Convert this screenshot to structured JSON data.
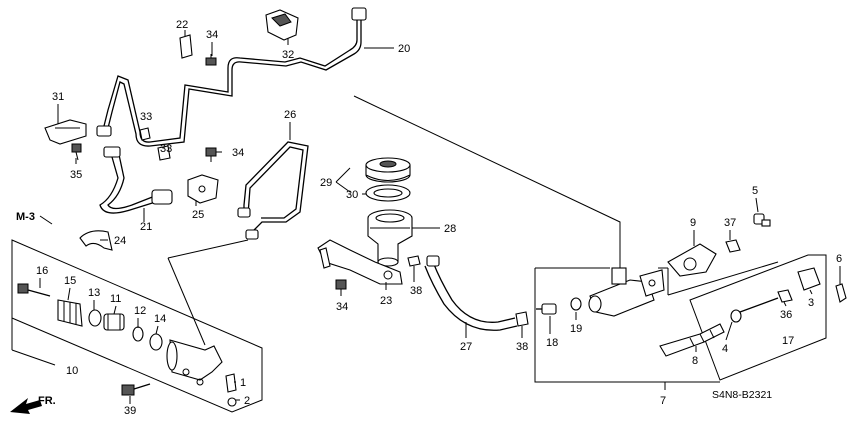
{
  "diagram_code": "S4N8-B2321",
  "section_ref": "M-3",
  "front_label": "FR.",
  "callouts": {
    "c1": "1",
    "c2": "2",
    "c3": "3",
    "c4": "4",
    "c5": "5",
    "c6": "6",
    "c7": "7",
    "c8": "8",
    "c9": "9",
    "c10": "10",
    "c11": "11",
    "c12": "12",
    "c13": "13",
    "c14": "14",
    "c15": "15",
    "c16": "16",
    "c17": "17",
    "c18": "18",
    "c19": "19",
    "c20": "20",
    "c21": "21",
    "c22": "22",
    "c23": "23",
    "c24": "24",
    "c25": "25",
    "c26": "26",
    "c27": "27",
    "c28": "28",
    "c29": "29",
    "c30": "30",
    "c31": "31",
    "c32": "32",
    "c33": "33",
    "c34": "34",
    "c35": "35",
    "c36": "36",
    "c37": "37",
    "c38": "38",
    "c39": "39"
  }
}
